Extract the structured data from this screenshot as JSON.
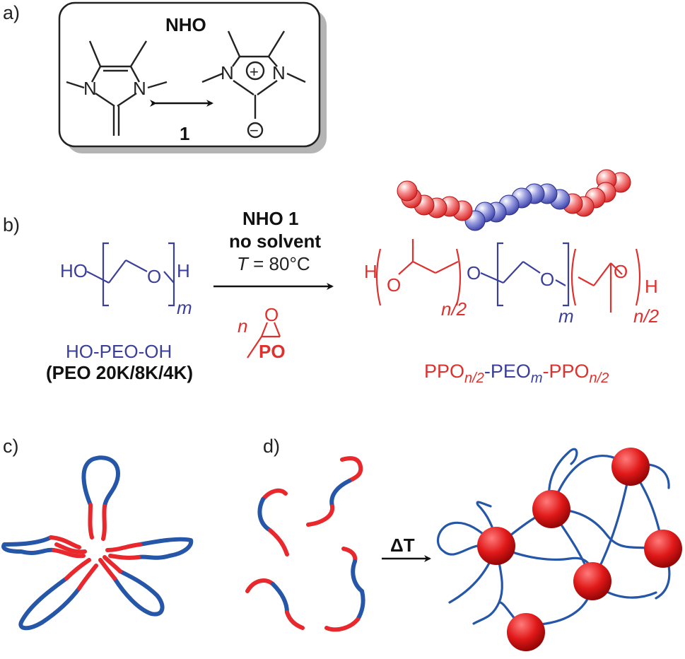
{
  "panels": {
    "a": "a)",
    "b": "b)",
    "c": "c)",
    "d": "d)"
  },
  "panel_a": {
    "catalyst_name": "NHO",
    "compound_number": "1",
    "atom_n": "N",
    "charge_plus": "+",
    "charge_minus": "−"
  },
  "panel_b": {
    "conditions": {
      "line1": "NHO 1",
      "line2": "no solvent",
      "temp_var": "T",
      "temp_value": " = 80°C"
    },
    "reactant": {
      "ho": "HO",
      "o": "O",
      "h": "H",
      "subscript": "m",
      "name": "HO-PEO-OH",
      "grades": "(PEO 20K/8K/4K)"
    },
    "monomer": {
      "coef": "n",
      "o": "O",
      "name": "PO"
    },
    "product": {
      "h_left": "H",
      "o": "O",
      "h_right": "H",
      "sub_half": "n/2",
      "sub_m": "m",
      "name_ppo": "PPO",
      "name_n2": "n/2",
      "name_peo": "-PEO",
      "name_m": "m",
      "name_ppo2": "-PPO",
      "name_n2b": "n/2"
    }
  },
  "panel_d": {
    "heat_label": "ΔT"
  },
  "colors": {
    "peo": "#3a3f9a",
    "ppo": "#e0302d",
    "chain_blue": "#2656a8",
    "chain_red": "#e8282c",
    "box_shadow": "#b4b4b4"
  }
}
